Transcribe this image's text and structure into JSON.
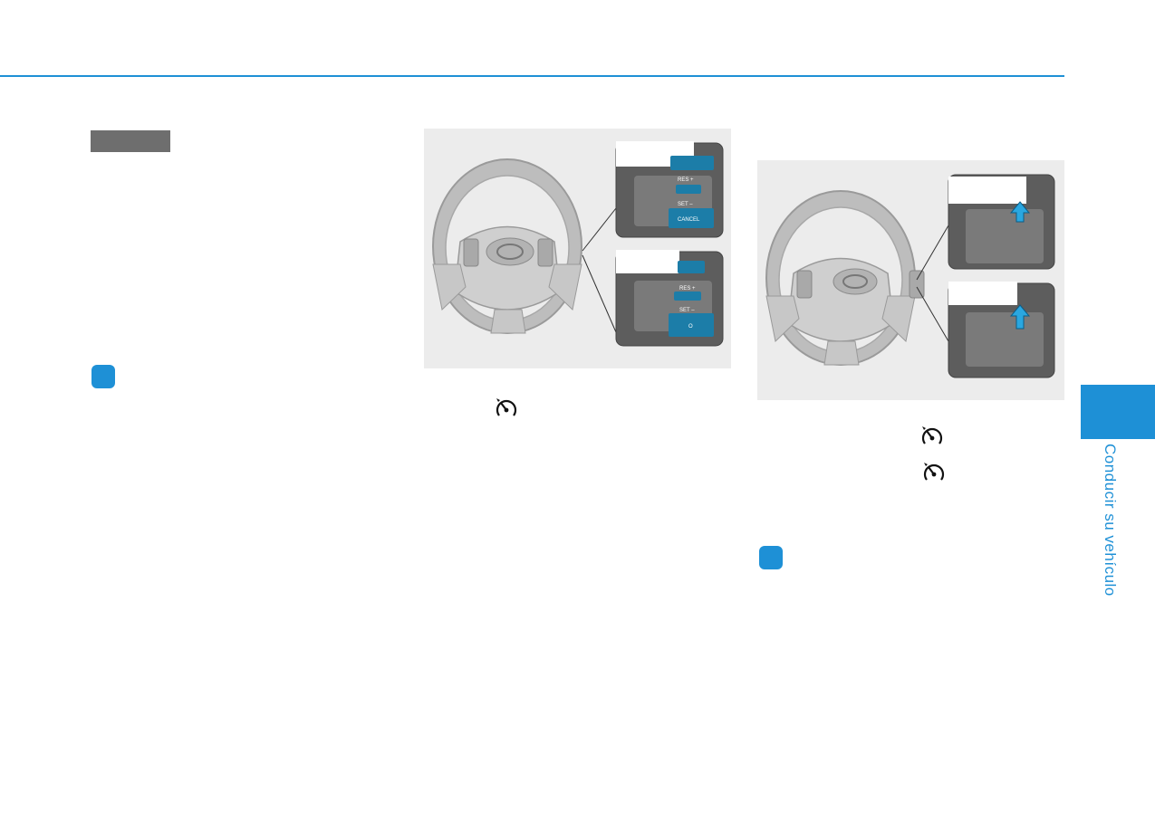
{
  "figure_left": {
    "buttons": {
      "res": "RES +",
      "set": "SET –",
      "cancel": "CANCEL",
      "zero": "O"
    }
  },
  "sidebar": {
    "chapter_label": "Conducir su vehículo"
  },
  "colors": {
    "accent": "#1e90d6",
    "panel_gray": "#6e6e6e",
    "figure_bg": "#ececec"
  }
}
